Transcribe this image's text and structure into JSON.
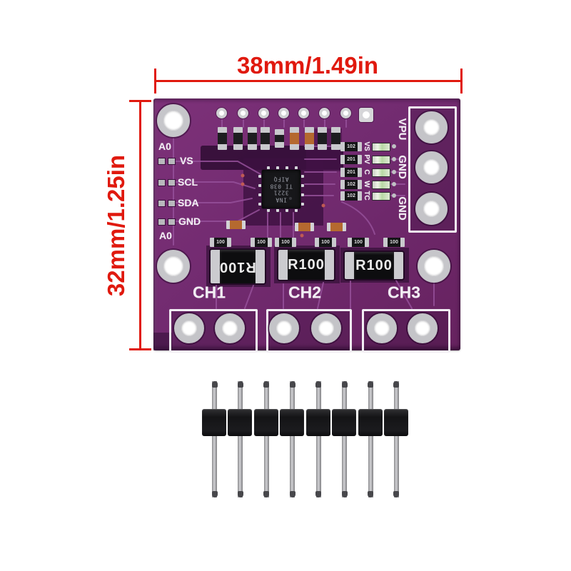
{
  "dimensions": {
    "width_label": "38mm/1.49in",
    "height_label": "32mm/1.25in"
  },
  "pcb": {
    "left_labels": [
      "A0",
      "VS",
      "SCL",
      "SDA",
      "GND",
      "A0"
    ],
    "terminal_labels": [
      "VPU",
      "GND",
      "GND"
    ],
    "indicator_rows": [
      {
        "value": "102",
        "label": "VS"
      },
      {
        "value": "201",
        "label": "PV"
      },
      {
        "value": "201",
        "label": "C"
      },
      {
        "value": "102",
        "label": "W"
      },
      {
        "value": "102",
        "label": "TC"
      }
    ],
    "small_resistor_value": "100",
    "shunt_labels": [
      "R100",
      "R100",
      "R100"
    ],
    "channel_labels": [
      "CH1",
      "CH2",
      "CH3"
    ],
    "ic": {
      "line1": "INA",
      "line2": "3221",
      "line3": "TI 038",
      "line4": "AIFQ"
    }
  },
  "pin_header": {
    "pin_count": 8
  },
  "colors": {
    "board": "#722b70",
    "dimension_red": "#e0190e",
    "silkscreen": "#f2eef4"
  }
}
